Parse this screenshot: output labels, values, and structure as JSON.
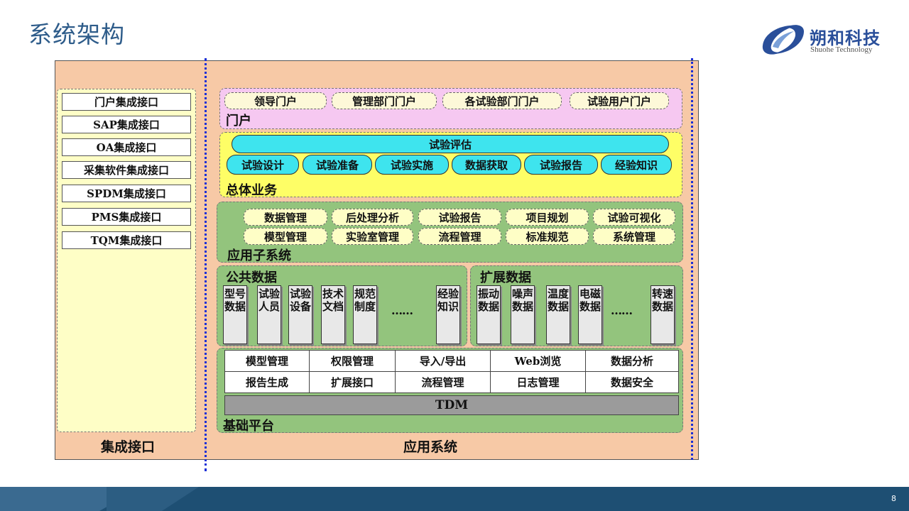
{
  "slide": {
    "title": "系统架构",
    "page_number": "8"
  },
  "logo": {
    "name": "朔和科技",
    "subtitle": "Shuohe Technology"
  },
  "integration": {
    "items": [
      "门户集成接口",
      "SAP集成接口",
      "OA集成接口",
      "采集软件集成接口",
      "SPDM集成接口",
      "PMS集成接口",
      "TQM集成接口"
    ],
    "label": "集成接口"
  },
  "app_label": "应用系统",
  "portal": {
    "label": "门户",
    "items": [
      "领导门户",
      "管理部门门户",
      "各试验部门门户",
      "试验用户门户"
    ]
  },
  "business": {
    "label": "总体业务",
    "evaluation": "试验评估",
    "items": [
      "试验设计",
      "试验准备",
      "试验实施",
      "数据获取",
      "试验报告",
      "经验知识"
    ]
  },
  "subsystems": {
    "label": "应用子系统",
    "row1": [
      "数据管理",
      "后处理分析",
      "试验报告",
      "项目规划",
      "试验可视化"
    ],
    "row2": [
      "模型管理",
      "实验室管理",
      "流程管理",
      "标准规范",
      "系统管理"
    ]
  },
  "public_data": {
    "label": "公共数据",
    "items": [
      "型号数据",
      "试验人员",
      "试验设备",
      "技术文档",
      "规范制度",
      "经验知识"
    ],
    "ellipsis": "……"
  },
  "ext_data": {
    "label": "扩展数据",
    "items": [
      "振动数据",
      "噪声数据",
      "温度数据",
      "电磁数据",
      "转速数据"
    ],
    "ellipsis": "……"
  },
  "platform": {
    "label": "基础平台",
    "row1": [
      "模型管理",
      "权限管理",
      "导入/导出",
      "Web浏览",
      "数据分析"
    ],
    "row2": [
      "报告生成",
      "扩展接口",
      "流程管理",
      "日志管理",
      "数据安全"
    ],
    "tdm": "TDM"
  },
  "colors": {
    "title": "#2e5c8a",
    "diagram_bg": "#f7c9a6",
    "portal_bg": "#f6c8f1",
    "business_bg": "#fefe66",
    "green": "#93c47d",
    "cyan": "#3ee4ee",
    "divider": "#1a2fd6",
    "footer": "#1e4f73"
  }
}
